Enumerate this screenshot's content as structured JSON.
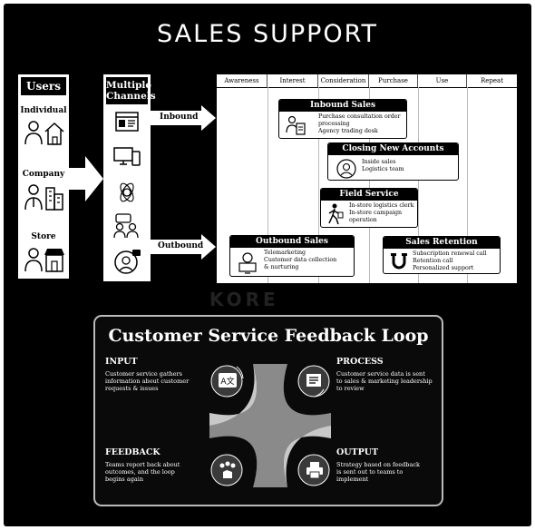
{
  "title": "SALES SUPPORT",
  "watermark": "KORE",
  "users": {
    "heading": "Users",
    "items": [
      "Individual",
      "Company",
      "Store"
    ]
  },
  "channels": {
    "heading_line1": "Multiple",
    "heading_line2": "Channels",
    "inbound": "Inbound",
    "outbound": "Outbound"
  },
  "stages": [
    "Awareness",
    "Interest",
    "Consideration",
    "Purchase",
    "Use",
    "Repeat"
  ],
  "cards": {
    "inbound_sales": {
      "title": "Inbound Sales",
      "lines": [
        "Purchase consultation order",
        "processing",
        "Agency trading desk"
      ]
    },
    "closing": {
      "title": "Closing New Accounts",
      "lines": [
        "Inside sales",
        "Logistics team"
      ]
    },
    "field": {
      "title": "Field Service",
      "lines": [
        "In-store logistics clerk",
        "In-store campaign",
        "operation"
      ]
    },
    "outbound_sales": {
      "title": "Outbound Sales",
      "lines": [
        "Telemarketing",
        "Customer data collection",
        "& nurturing"
      ]
    },
    "retention": {
      "title": "Sales Retention",
      "lines": [
        "Subscription renewal call",
        "Retention call",
        "Personalized support"
      ]
    }
  },
  "loop": {
    "title": "Customer Service Feedback Loop",
    "input": {
      "heading": "INPUT",
      "lines": [
        "Customer service gathers",
        "information about customer",
        "requests & issues"
      ]
    },
    "process": {
      "heading": "PROCESS",
      "lines": [
        "Customer service data is sent",
        "to sales & marketing leadership",
        "to review"
      ]
    },
    "feedback": {
      "heading": "FEEDBACK",
      "lines": [
        "Teams report back about",
        "outcomes, and the loop",
        "begins again"
      ]
    },
    "output": {
      "heading": "OUTPUT",
      "lines": [
        "Strategy based on feedback",
        "is sent out to teams to",
        "implement"
      ]
    }
  }
}
